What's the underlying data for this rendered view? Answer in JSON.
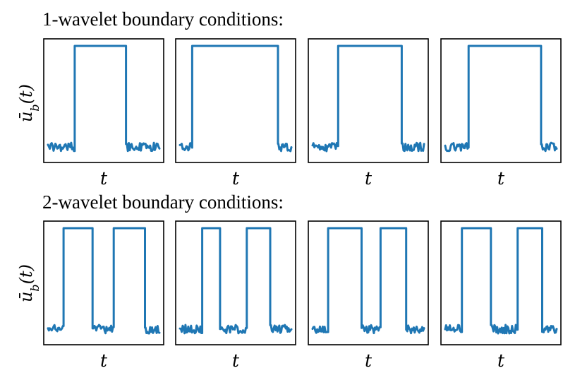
{
  "rows": [
    {
      "title": "1-wavelet boundary conditions:",
      "ylabel": "ū",
      "ylabel_sub": "b",
      "ylabel_arg": "(t)"
    },
    {
      "title": "2-wavelet boundary conditions:",
      "ylabel": "ū",
      "ylabel_sub": "b",
      "ylabel_arg": "(t)"
    }
  ],
  "colors": {
    "signal": "#1f77b4",
    "frame": "#000000"
  },
  "chart_data": [
    {
      "type": "line",
      "row": 1,
      "col": 1,
      "xlabel": "t",
      "ylabel": "ū_b(t)",
      "grid": false,
      "ylim": [
        0,
        1
      ],
      "pulses": [
        [
          0.24,
          0.7
        ]
      ]
    },
    {
      "type": "line",
      "row": 1,
      "col": 2,
      "xlabel": "t",
      "ylabel": "",
      "grid": false,
      "ylim": [
        0,
        1
      ],
      "pulses": [
        [
          0.11,
          0.88
        ]
      ]
    },
    {
      "type": "line",
      "row": 1,
      "col": 3,
      "xlabel": "t",
      "ylabel": "",
      "grid": false,
      "ylim": [
        0,
        1
      ],
      "pulses": [
        [
          0.23,
          0.8
        ]
      ]
    },
    {
      "type": "line",
      "row": 1,
      "col": 4,
      "xlabel": "t",
      "ylabel": "",
      "grid": false,
      "ylim": [
        0,
        1
      ],
      "pulses": [
        [
          0.21,
          0.86
        ]
      ]
    },
    {
      "type": "line",
      "row": 2,
      "col": 1,
      "xlabel": "t",
      "ylabel": "ū_b(t)",
      "grid": false,
      "ylim": [
        0,
        1
      ],
      "pulses": [
        [
          0.14,
          0.4
        ],
        [
          0.59,
          0.87
        ]
      ]
    },
    {
      "type": "line",
      "row": 2,
      "col": 2,
      "xlabel": "t",
      "ylabel": "",
      "grid": false,
      "ylim": [
        0,
        1
      ],
      "pulses": [
        [
          0.2,
          0.36
        ],
        [
          0.6,
          0.81
        ]
      ]
    },
    {
      "type": "line",
      "row": 2,
      "col": 3,
      "xlabel": "t",
      "ylabel": "",
      "grid": false,
      "ylim": [
        0,
        1
      ],
      "pulses": [
        [
          0.14,
          0.44
        ],
        [
          0.61,
          0.84
        ]
      ]
    },
    {
      "type": "line",
      "row": 2,
      "col": 4,
      "xlabel": "t",
      "ylabel": "",
      "grid": false,
      "ylim": [
        0,
        1
      ],
      "pulses": [
        [
          0.15,
          0.41
        ],
        [
          0.65,
          0.87
        ]
      ]
    }
  ]
}
